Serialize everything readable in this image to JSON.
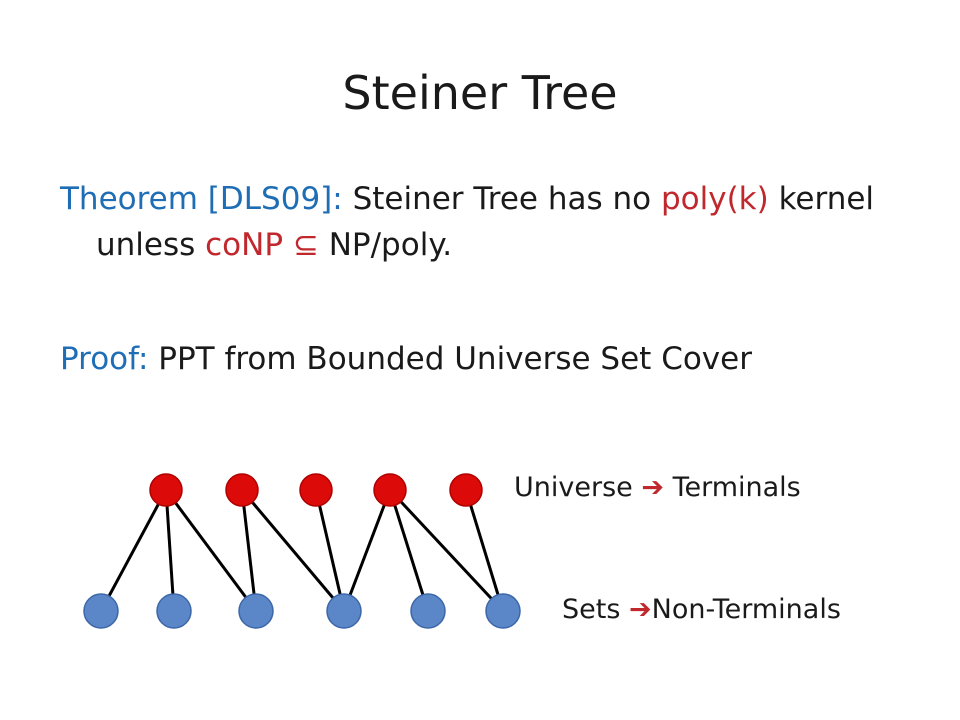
{
  "title": "Steiner Tree",
  "theorem": {
    "label": "Theorem [DLS09]:",
    "text_before": " Steiner Tree has no ",
    "poly_k": "poly(k)",
    "text_mid": " kernel unless ",
    "conp": "coNP",
    "subset": " ⊆ ",
    "np_poly": "NP/poly",
    "period": "."
  },
  "proof": {
    "label": "Proof:",
    "text": " PPT from Bounded Universe Set Cover"
  },
  "diagram": {
    "top_label": {
      "left": "Universe",
      "arrow": "➔",
      "right": "Terminals"
    },
    "bottom_label": {
      "left": "Sets",
      "arrow": "➔",
      "right": "Non-Terminals"
    },
    "top_count": 5,
    "bottom_count": 6,
    "edges": [
      [
        0,
        0
      ],
      [
        0,
        1
      ],
      [
        0,
        2
      ],
      [
        1,
        2
      ],
      [
        1,
        3
      ],
      [
        2,
        3
      ],
      [
        3,
        3
      ],
      [
        3,
        4
      ],
      [
        3,
        5
      ],
      [
        4,
        5
      ]
    ],
    "colors": {
      "terminal": "#dd0a0a",
      "non_terminal": "#5b87c9",
      "accent_blue": "#1f6eb5",
      "accent_red": "#c0282d"
    }
  }
}
